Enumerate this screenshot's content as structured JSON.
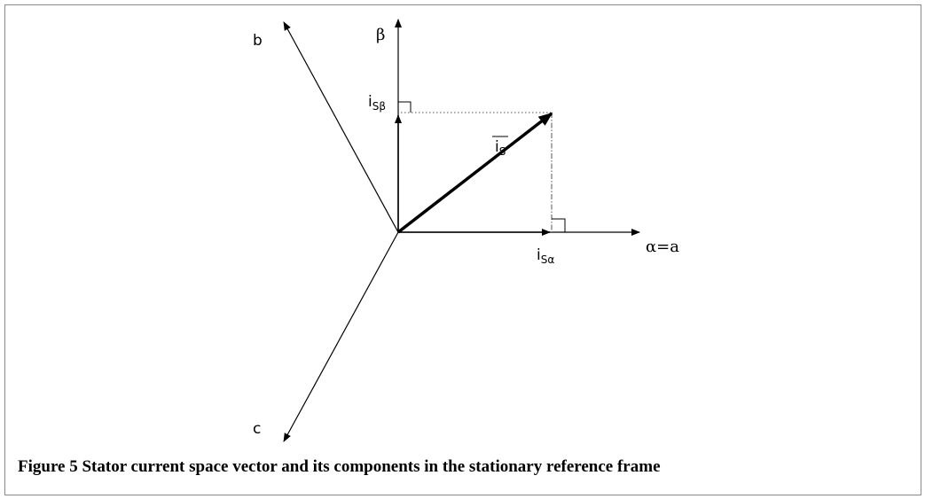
{
  "labels": {
    "axis_b": "b",
    "axis_c": "c",
    "axis_beta": "β",
    "axis_alpha": "α=a",
    "i_main": "i",
    "sub_s": "S",
    "sub_s_beta": "Sβ",
    "sub_s_alpha": "Sα"
  },
  "caption": "Figure 5 Stator current space vector and its components in the stationary reference frame",
  "colors": {
    "stroke": "#000000",
    "border": "#8a8a8a"
  }
}
